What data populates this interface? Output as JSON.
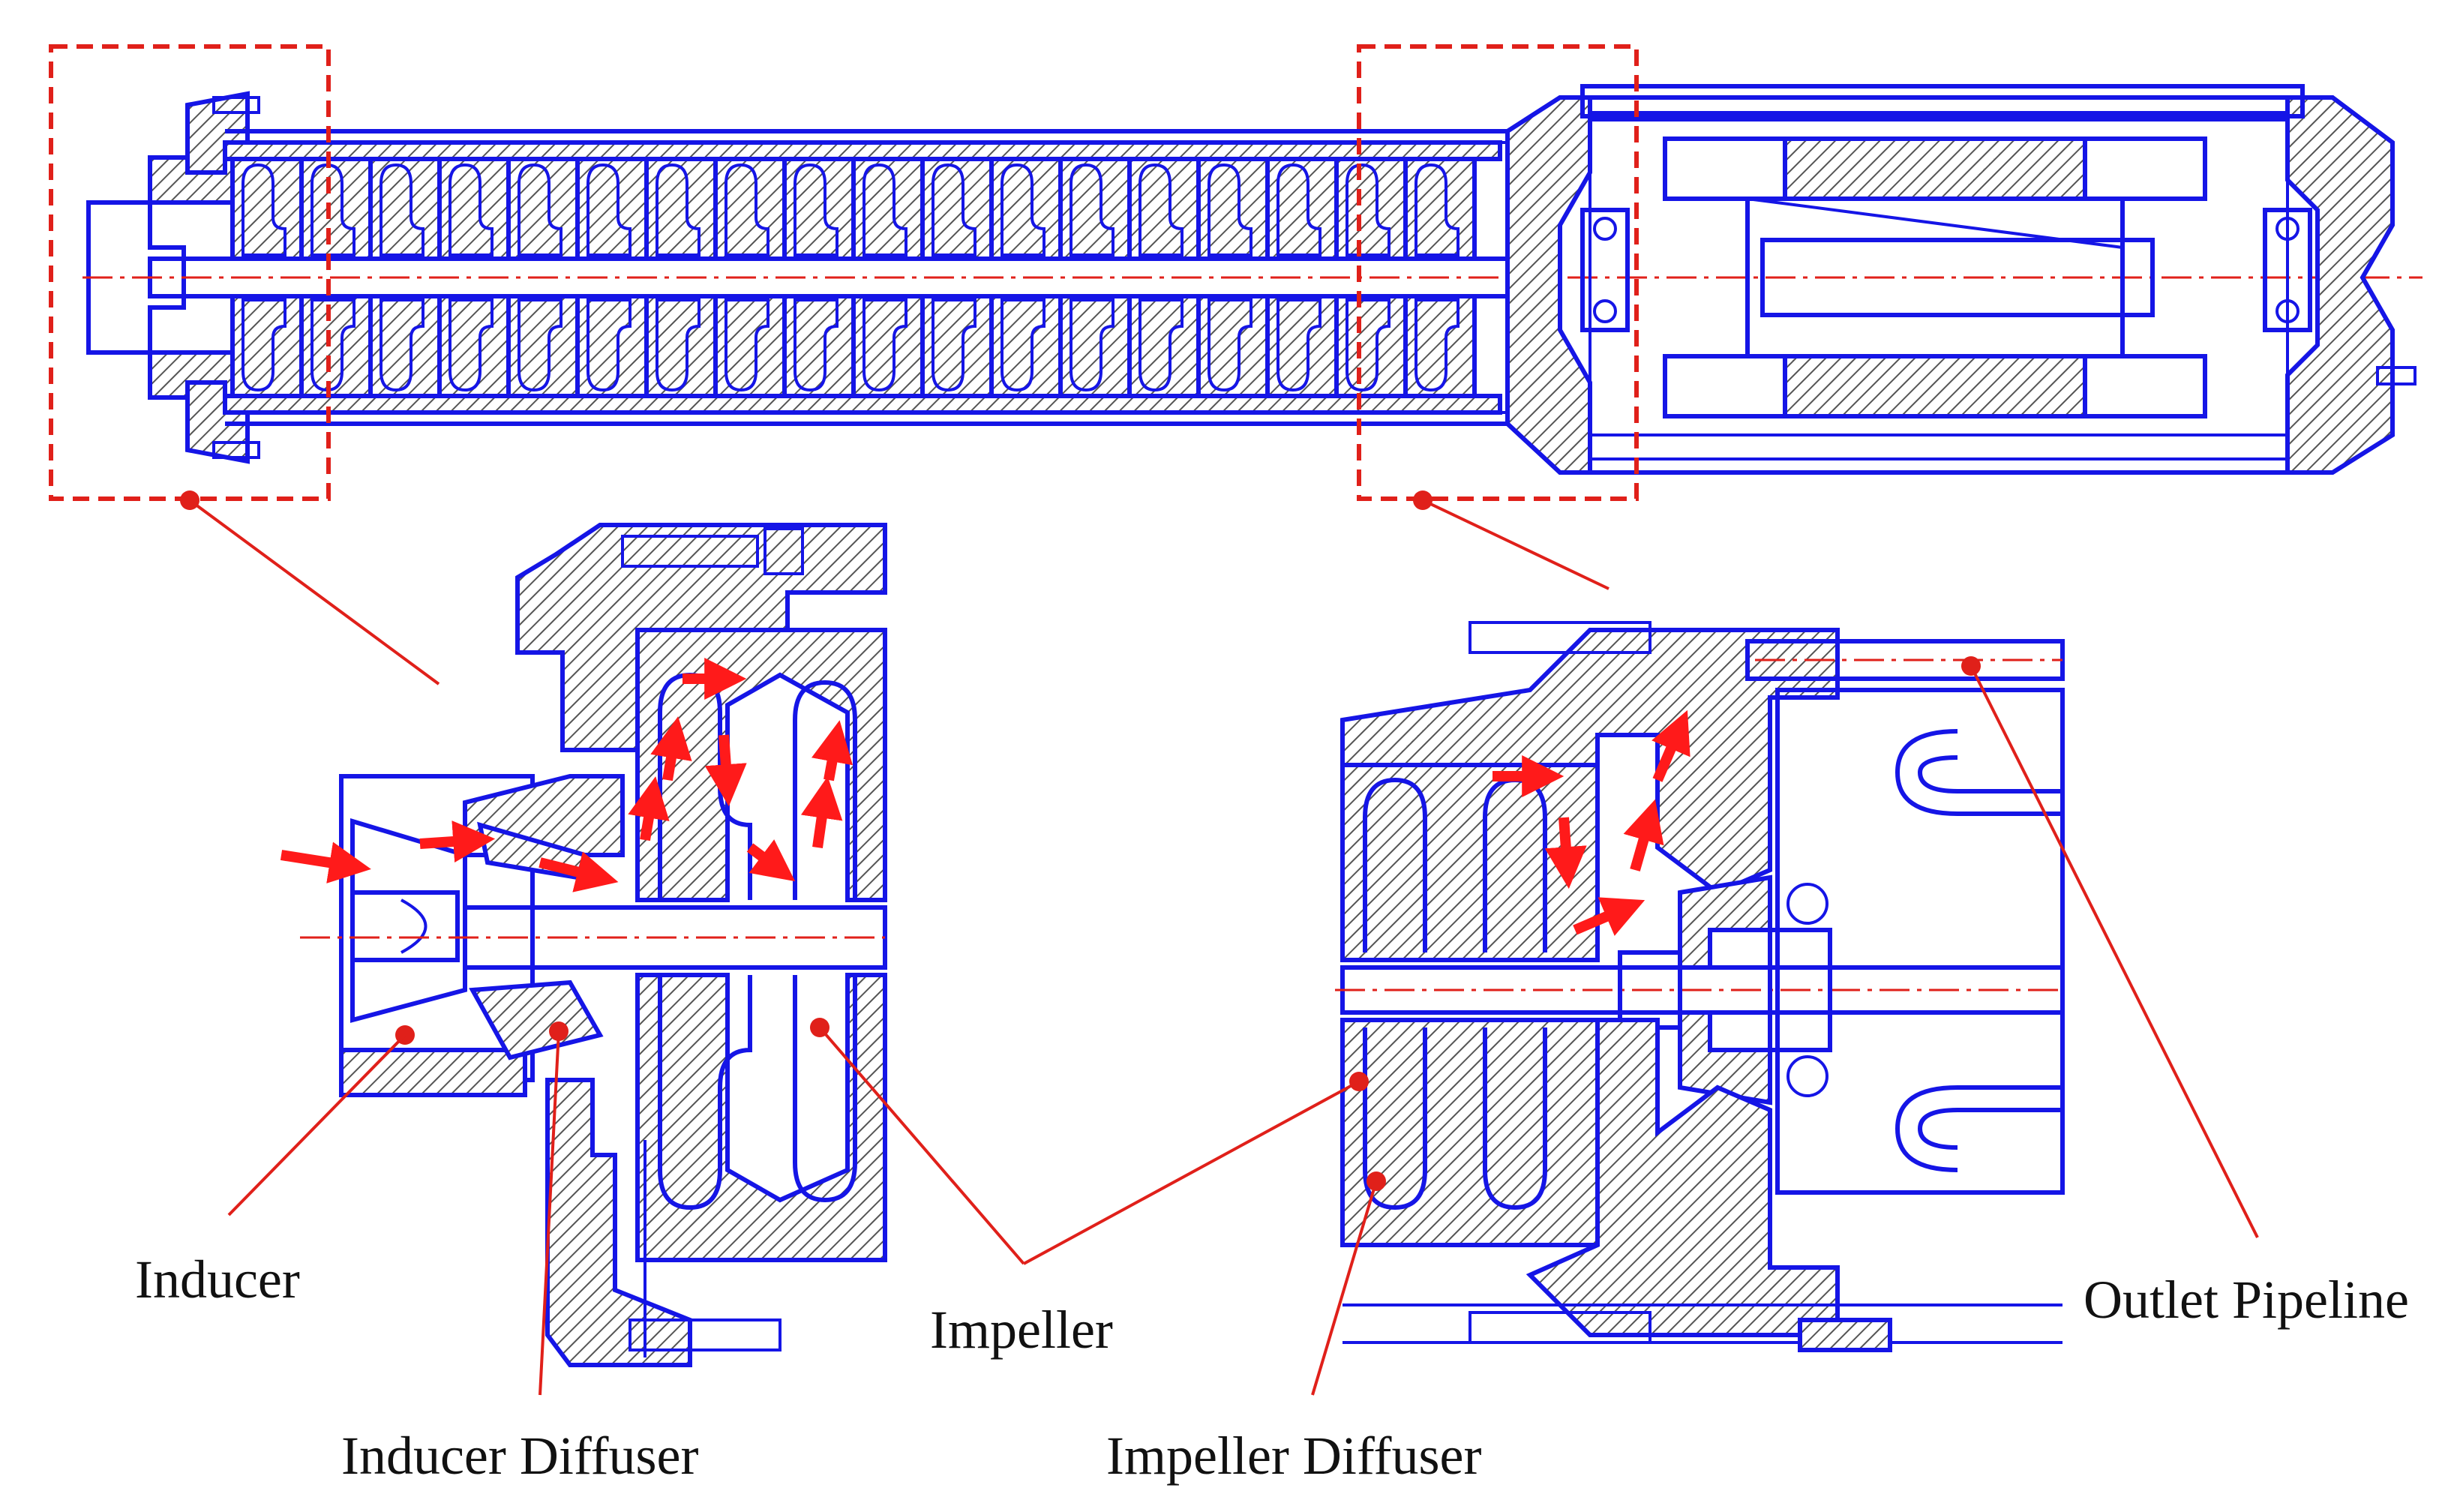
{
  "labels": {
    "inducer": "Inducer",
    "inducer_diffuser": "Inducer Diffuser",
    "impeller": "Impeller",
    "impeller_diffuser": "Impeller Diffuser",
    "outlet_pipeline": "Outlet Pipeline"
  },
  "colors": {
    "outline": "#1515e6",
    "annotation": "#e0201a",
    "flow_arrow": "#ff1a1a",
    "hatch": "#555555"
  }
}
